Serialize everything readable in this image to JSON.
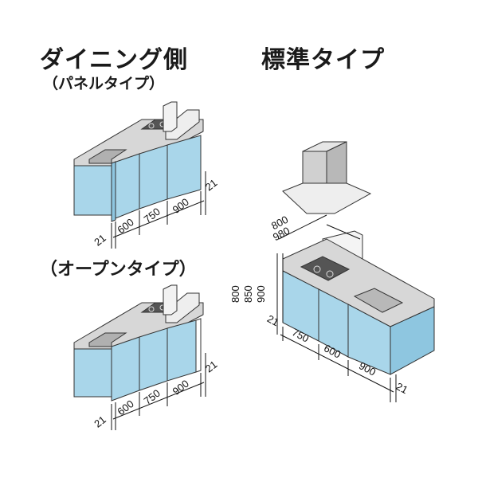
{
  "titles": {
    "dining_side": "ダイニング側",
    "panel_type": "（パネルタイプ）",
    "open_type": "（オープンタイプ）",
    "standard_type": "標準タイプ"
  },
  "panel_dims": [
    "21",
    "600",
    "750",
    "900",
    "21"
  ],
  "open_dims": [
    "21",
    "600",
    "750",
    "900",
    "21"
  ],
  "standard_dims": {
    "depth_hood": "800",
    "depth_total": "980",
    "heights": [
      "800",
      "850",
      "900"
    ],
    "widths": [
      "21",
      "750",
      "600",
      "900",
      "21"
    ]
  },
  "colors": {
    "cabinet_blue": "#a9d6ea",
    "cabinet_side": "#8ec6e0",
    "counter_gray": "#d7d7d7",
    "outline": "#333333"
  }
}
